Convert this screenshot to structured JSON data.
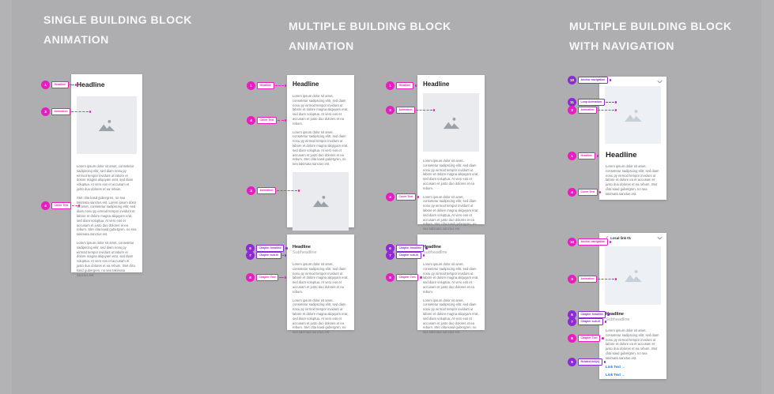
{
  "colors": {
    "background": "#aeaeb0",
    "accent_pink": "#e81cc1",
    "accent_purple": "#8f29d3",
    "link_blue": "#1a6ef5"
  },
  "sections": [
    {
      "title": "SINGLE BUILDING BLOCK\nANIMATION"
    },
    {
      "title": "MULTIPLE BUILDING BLOCK\nANIMATION"
    },
    {
      "title": "MULTIPLE BUILDING BLOCK\nWITH NAVIGATION"
    }
  ],
  "mock": {
    "headline": "Headline",
    "subheadline": "Subheadline",
    "para_short": "Lorem ipsum dolor sit amet, consetetur sadipscing elitr, sed diam nonu py eirmod tempor invidunt ut labore et dolore magna aliquyam erat, sed diam voluptua. At vero eos et accusam et justo duo dolores et ea rebum.",
    "para_long": "Stet clita kasd gubergren, no sea takimata sanctus est. Lorem ipsum dolor sit amet, consetetur sadipscing elitr, sed diam nonu py eirmod tempor invidunt ut labore et dolore magna aliquyam erat, sed diam voluptua. At vero eos et accusam et justo duo dolores et ea rebum. Stet clita kasd gubergren, no sea takimata sanctus est.",
    "para_medium": "Lorem ipsum dolor sit amet, consetetur sadipscing elitr, sed diam nonu py eirmod tempor invidunt ut labore et dolore magna aliquyam erat, sed diam voluptua. At vero eos et accusam et justo duo dolores et ea rebum. Stet clita kasd gubergren, no sea takimata sanctus est.",
    "para_cover": "Lorem ipsum dolor sit amet, consetetur sadipscing elitr, sed diam nonu py eirmod tempor invidunt ut labore et dolore ea et accusam et justo duo dolores et ea rebum. Stet clita kasd gubergren, no sea takimata sanctus est.",
    "link_text": "Link Text →",
    "nav_check": "✓",
    "nav_local_link": "Local link 01"
  },
  "annotations": {
    "headline": {
      "num": "1",
      "label": "Headline"
    },
    "animation": {
      "num": "3",
      "label": "Animation"
    },
    "cover_text": {
      "num": "4",
      "label": "Cover Text"
    },
    "chapter_headline": {
      "num": "6",
      "label": "Chapter headline"
    },
    "chapter_subheadline": {
      "num": "7",
      "label": "Chapter sub-hl"
    },
    "chapter_text": {
      "num": "8",
      "label": "Chapter Text"
    },
    "related_links": {
      "num": "9",
      "label": "Related link(s)"
    },
    "anchor_navigation": {
      "num": "10",
      "label": "Anchor navigation"
    },
    "loop_animation": {
      "num": "11",
      "label": "Loop Animation"
    }
  }
}
